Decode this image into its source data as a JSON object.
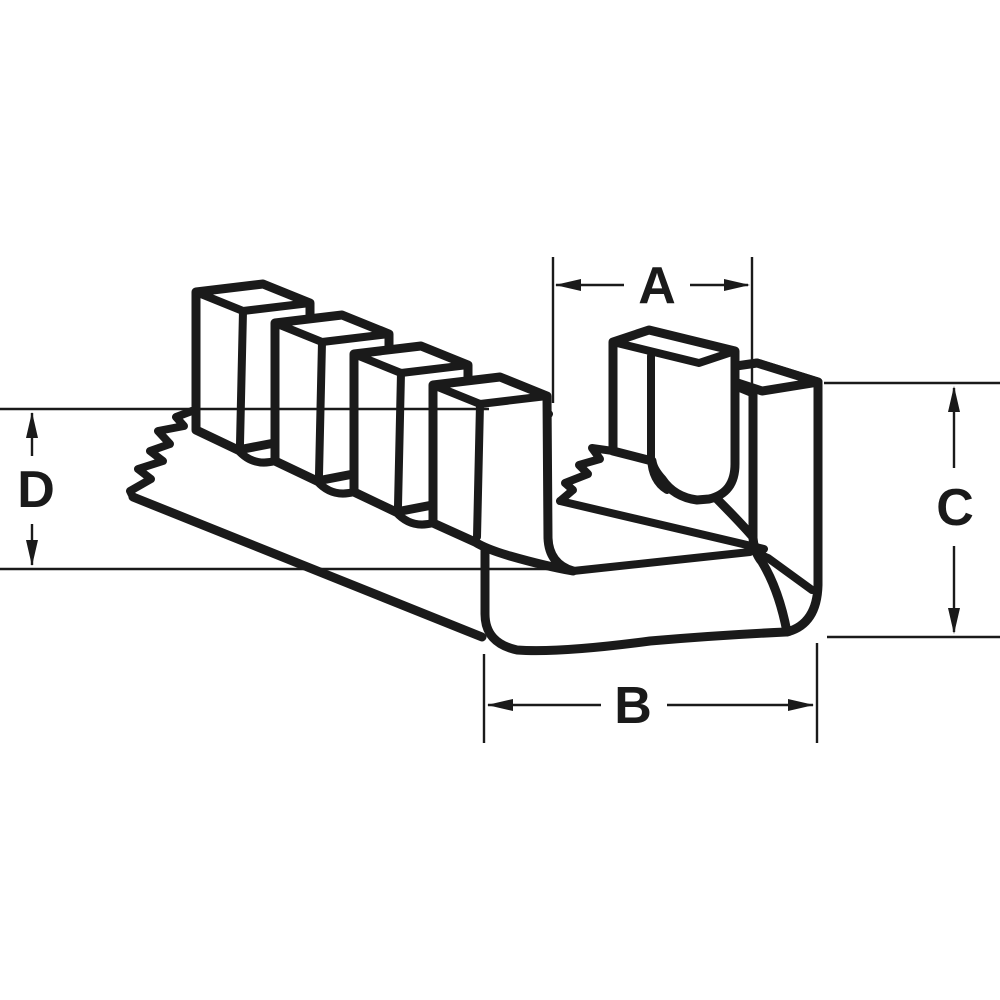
{
  "diagram": {
    "description": "Isometric technical line drawing of a slotted comb-style grommet strip shown with jagged break lines and four reference dimensions",
    "labels": {
      "a": "A",
      "b": "B",
      "c": "C",
      "d": "D"
    },
    "colors": {
      "line": "#1a1a1a",
      "background": "#ffffff"
    }
  }
}
